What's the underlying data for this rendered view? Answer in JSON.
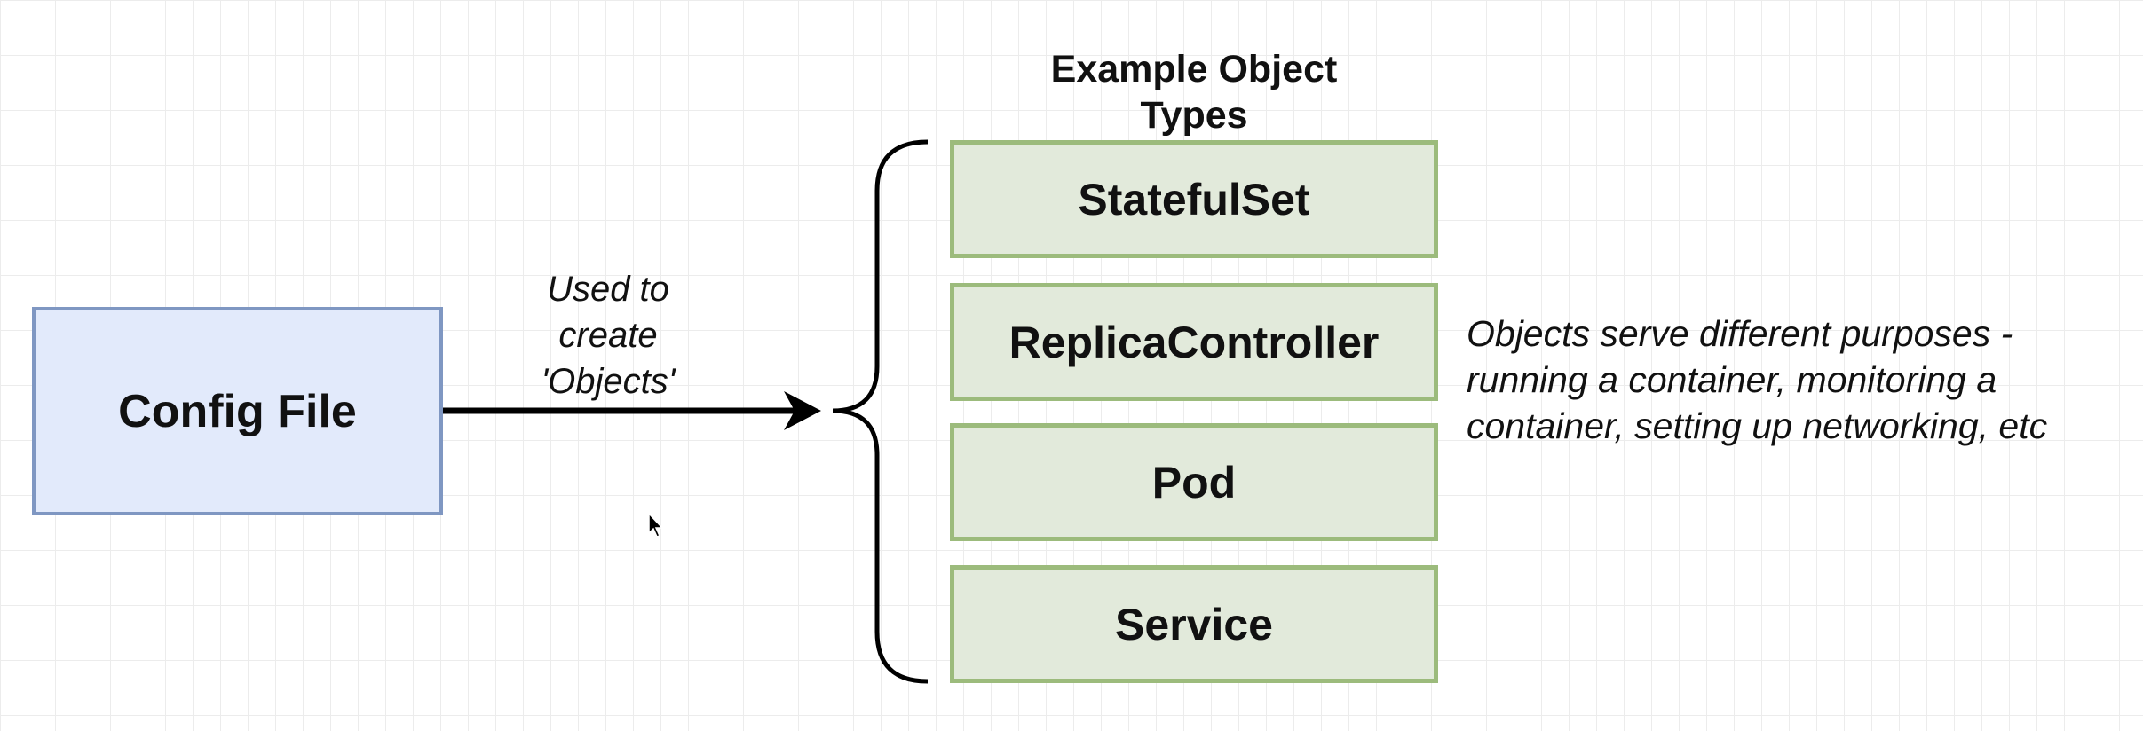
{
  "title": "Example Object Types",
  "config_box": {
    "label": "Config File"
  },
  "arrow_label": "Used to create 'Objects'",
  "object_types": [
    "StatefulSet",
    "ReplicaController",
    "Pod",
    "Service"
  ],
  "note": "Objects serve different purposes - running a container, monitoring a container, setting up networking, etc",
  "colors": {
    "config_fill": "#e2eafb",
    "config_border": "#7f97c2",
    "type_fill": "#e2eadb",
    "type_border": "#9cbb7c"
  }
}
